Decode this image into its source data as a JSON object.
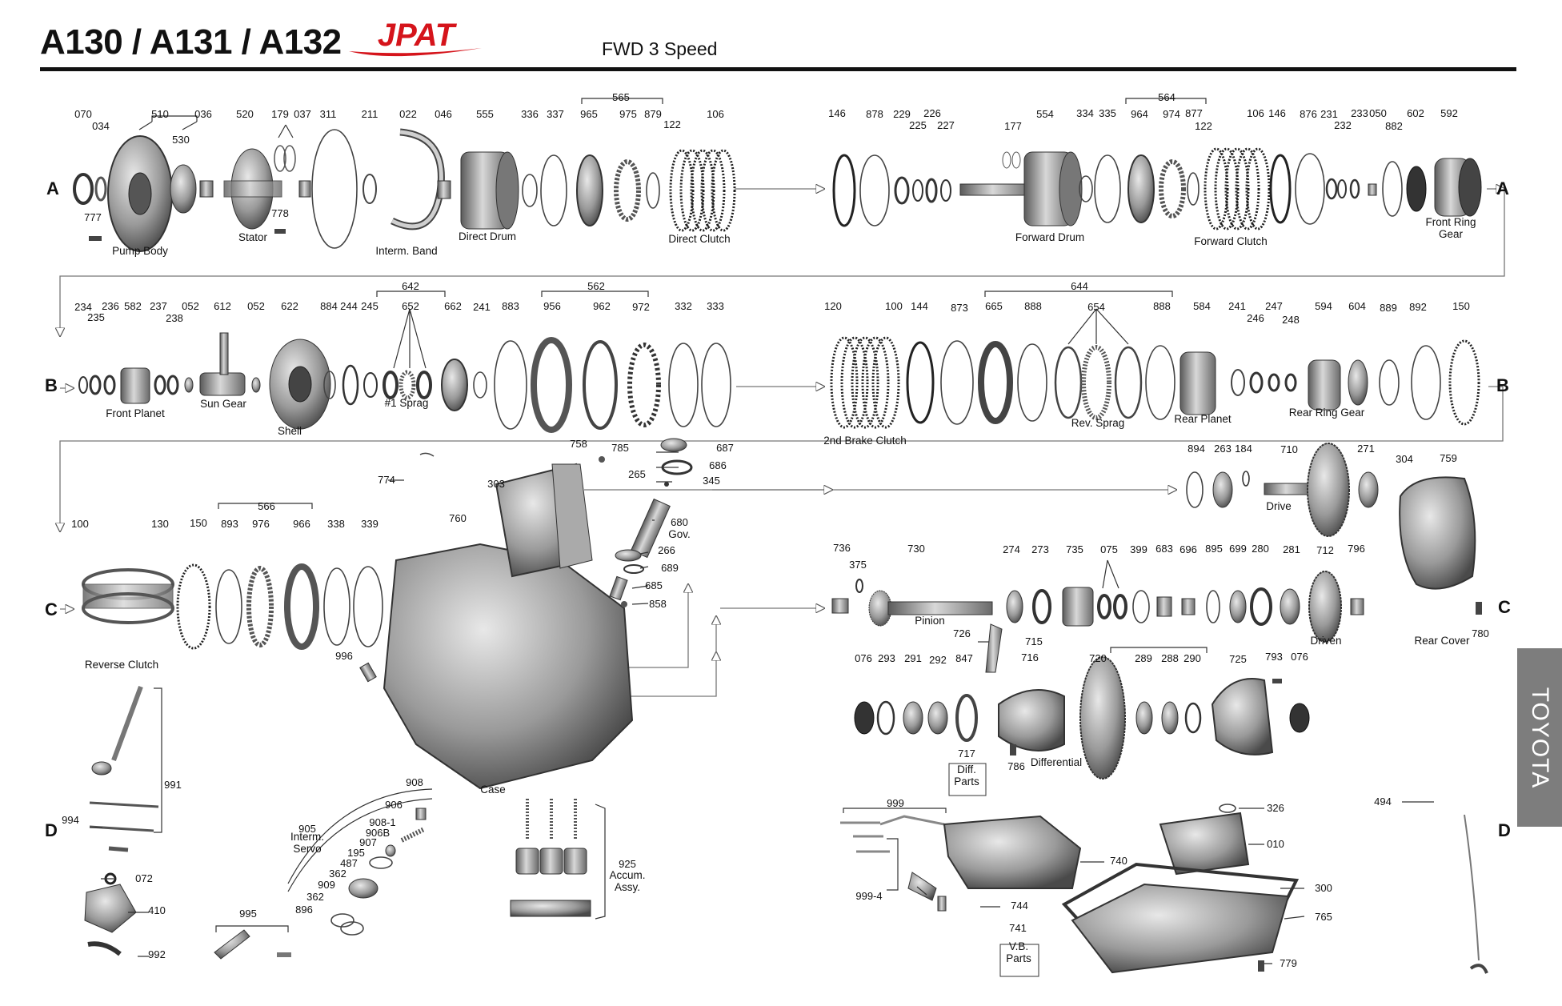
{
  "header": {
    "title": "A130 / A131 / A132",
    "brand": "JPAT",
    "subtitle": "FWD 3 Speed",
    "side_tab": "TOYOTA"
  },
  "rows": [
    "A",
    "B",
    "C",
    "D"
  ],
  "parts": [
    {
      "id": "p070",
      "num": "070"
    },
    {
      "id": "p034",
      "num": "034"
    },
    {
      "id": "p510",
      "num": "510"
    },
    {
      "id": "p530",
      "num": "530"
    },
    {
      "id": "p036",
      "num": "036"
    },
    {
      "id": "p520",
      "num": "520"
    },
    {
      "id": "p179",
      "num": "179"
    },
    {
      "id": "p037",
      "num": "037"
    },
    {
      "id": "p311",
      "num": "311"
    },
    {
      "id": "p211",
      "num": "211"
    },
    {
      "id": "p022",
      "num": "022"
    },
    {
      "id": "p046",
      "num": "046"
    },
    {
      "id": "p555",
      "num": "555"
    },
    {
      "id": "p336",
      "num": "336"
    },
    {
      "id": "p337",
      "num": "337"
    },
    {
      "id": "p565",
      "num": "565"
    },
    {
      "id": "p965",
      "num": "965"
    },
    {
      "id": "p975",
      "num": "975"
    },
    {
      "id": "p879",
      "num": "879"
    },
    {
      "id": "p122a",
      "num": "122"
    },
    {
      "id": "p106a",
      "num": "106"
    },
    {
      "id": "p777",
      "num": "777"
    },
    {
      "id": "p778",
      "num": "778"
    },
    {
      "id": "p146a",
      "num": "146"
    },
    {
      "id": "p878",
      "num": "878"
    },
    {
      "id": "p229",
      "num": "229"
    },
    {
      "id": "p226",
      "num": "226"
    },
    {
      "id": "p225",
      "num": "225"
    },
    {
      "id": "p227",
      "num": "227"
    },
    {
      "id": "p177",
      "num": "177"
    },
    {
      "id": "p554",
      "num": "554"
    },
    {
      "id": "p334",
      "num": "334"
    },
    {
      "id": "p335",
      "num": "335"
    },
    {
      "id": "p564",
      "num": "564"
    },
    {
      "id": "p964",
      "num": "964"
    },
    {
      "id": "p974",
      "num": "974"
    },
    {
      "id": "p877",
      "num": "877"
    },
    {
      "id": "p122b",
      "num": "122"
    },
    {
      "id": "p106b",
      "num": "106"
    },
    {
      "id": "p146b",
      "num": "146"
    },
    {
      "id": "p876",
      "num": "876"
    },
    {
      "id": "p231",
      "num": "231"
    },
    {
      "id": "p232",
      "num": "232"
    },
    {
      "id": "p233",
      "num": "233"
    },
    {
      "id": "p050",
      "num": "050"
    },
    {
      "id": "p882",
      "num": "882"
    },
    {
      "id": "p602",
      "num": "602"
    },
    {
      "id": "p592",
      "num": "592"
    },
    {
      "id": "p234",
      "num": "234"
    },
    {
      "id": "p235",
      "num": "235"
    },
    {
      "id": "p236",
      "num": "236"
    },
    {
      "id": "p582",
      "num": "582"
    },
    {
      "id": "p237",
      "num": "237"
    },
    {
      "id": "p238",
      "num": "238"
    },
    {
      "id": "p052a",
      "num": "052"
    },
    {
      "id": "p612",
      "num": "612"
    },
    {
      "id": "p052b",
      "num": "052"
    },
    {
      "id": "p622",
      "num": "622"
    },
    {
      "id": "p884",
      "num": "884"
    },
    {
      "id": "p244",
      "num": "244"
    },
    {
      "id": "p245",
      "num": "245"
    },
    {
      "id": "p642",
      "num": "642"
    },
    {
      "id": "p652",
      "num": "652"
    },
    {
      "id": "p662",
      "num": "662"
    },
    {
      "id": "p241a",
      "num": "241"
    },
    {
      "id": "p883",
      "num": "883"
    },
    {
      "id": "p562",
      "num": "562"
    },
    {
      "id": "p956",
      "num": "956"
    },
    {
      "id": "p962",
      "num": "962"
    },
    {
      "id": "p972",
      "num": "972"
    },
    {
      "id": "p332",
      "num": "332"
    },
    {
      "id": "p333",
      "num": "333"
    },
    {
      "id": "p120",
      "num": "120"
    },
    {
      "id": "p100a",
      "num": "100"
    },
    {
      "id": "p144",
      "num": "144"
    },
    {
      "id": "p873",
      "num": "873"
    },
    {
      "id": "p644",
      "num": "644"
    },
    {
      "id": "p665",
      "num": "665"
    },
    {
      "id": "p888a",
      "num": "888"
    },
    {
      "id": "p654",
      "num": "654"
    },
    {
      "id": "p888b",
      "num": "888"
    },
    {
      "id": "p584",
      "num": "584"
    },
    {
      "id": "p241b",
      "num": "241"
    },
    {
      "id": "p246",
      "num": "246"
    },
    {
      "id": "p247",
      "num": "247"
    },
    {
      "id": "p248",
      "num": "248"
    },
    {
      "id": "p594",
      "num": "594"
    },
    {
      "id": "p604",
      "num": "604"
    },
    {
      "id": "p889",
      "num": "889"
    },
    {
      "id": "p892",
      "num": "892"
    },
    {
      "id": "p150a",
      "num": "150"
    },
    {
      "id": "p100b",
      "num": "100"
    },
    {
      "id": "p130",
      "num": "130"
    },
    {
      "id": "p150b",
      "num": "150"
    },
    {
      "id": "p566",
      "num": "566"
    },
    {
      "id": "p893",
      "num": "893"
    },
    {
      "id": "p976",
      "num": "976"
    },
    {
      "id": "p966",
      "num": "966"
    },
    {
      "id": "p338",
      "num": "338"
    },
    {
      "id": "p339",
      "num": "339"
    },
    {
      "id": "p758",
      "num": "758"
    },
    {
      "id": "p785",
      "num": "785"
    },
    {
      "id": "p687",
      "num": "687"
    },
    {
      "id": "p686",
      "num": "686"
    },
    {
      "id": "p265",
      "num": "265"
    },
    {
      "id": "p345",
      "num": "345"
    },
    {
      "id": "p774",
      "num": "774"
    },
    {
      "id": "p303",
      "num": "303"
    },
    {
      "id": "p760",
      "num": "760"
    },
    {
      "id": "p680",
      "num": "680"
    },
    {
      "id": "p266",
      "num": "266"
    },
    {
      "id": "p689",
      "num": "689"
    },
    {
      "id": "p685",
      "num": "685"
    },
    {
      "id": "p858",
      "num": "858"
    },
    {
      "id": "p996",
      "num": "996"
    },
    {
      "id": "p894",
      "num": "894"
    },
    {
      "id": "p263",
      "num": "263"
    },
    {
      "id": "p184",
      "num": "184"
    },
    {
      "id": "p710",
      "num": "710"
    },
    {
      "id": "p271",
      "num": "271"
    },
    {
      "id": "p304",
      "num": "304"
    },
    {
      "id": "p759",
      "num": "759"
    },
    {
      "id": "p736",
      "num": "736"
    },
    {
      "id": "p375",
      "num": "375"
    },
    {
      "id": "p730",
      "num": "730"
    },
    {
      "id": "p274",
      "num": "274"
    },
    {
      "id": "p273",
      "num": "273"
    },
    {
      "id": "p735",
      "num": "735"
    },
    {
      "id": "p075",
      "num": "075"
    },
    {
      "id": "p399",
      "num": "399"
    },
    {
      "id": "p683",
      "num": "683"
    },
    {
      "id": "p696",
      "num": "696"
    },
    {
      "id": "p895",
      "num": "895"
    },
    {
      "id": "p699",
      "num": "699"
    },
    {
      "id": "p280",
      "num": "280"
    },
    {
      "id": "p281",
      "num": "281"
    },
    {
      "id": "p712",
      "num": "712"
    },
    {
      "id": "p796",
      "num": "796"
    },
    {
      "id": "p780",
      "num": "780"
    },
    {
      "id": "p726",
      "num": "726"
    },
    {
      "id": "p715",
      "num": "715"
    },
    {
      "id": "p076a",
      "num": "076"
    },
    {
      "id": "p293",
      "num": "293"
    },
    {
      "id": "p291",
      "num": "291"
    },
    {
      "id": "p292",
      "num": "292"
    },
    {
      "id": "p847",
      "num": "847"
    },
    {
      "id": "p716",
      "num": "716"
    },
    {
      "id": "p720",
      "num": "720"
    },
    {
      "id": "p289",
      "num": "289"
    },
    {
      "id": "p288",
      "num": "288"
    },
    {
      "id": "p290",
      "num": "290"
    },
    {
      "id": "p725",
      "num": "725"
    },
    {
      "id": "p793",
      "num": "793"
    },
    {
      "id": "p076b",
      "num": "076"
    },
    {
      "id": "p717",
      "num": "717"
    },
    {
      "id": "p786",
      "num": "786"
    },
    {
      "id": "p991",
      "num": "991"
    },
    {
      "id": "p994",
      "num": "994"
    },
    {
      "id": "p072",
      "num": "072"
    },
    {
      "id": "p410",
      "num": "410"
    },
    {
      "id": "p992",
      "num": "992"
    },
    {
      "id": "p995",
      "num": "995"
    },
    {
      "id": "p908",
      "num": "908"
    },
    {
      "id": "p906",
      "num": "906"
    },
    {
      "id": "p908_1",
      "num": "908-1"
    },
    {
      "id": "p906b",
      "num": "906B"
    },
    {
      "id": "p907",
      "num": "907"
    },
    {
      "id": "p905",
      "num": "905"
    },
    {
      "id": "p195",
      "num": "195"
    },
    {
      "id": "p487",
      "num": "487"
    },
    {
      "id": "p362a",
      "num": "362"
    },
    {
      "id": "p909",
      "num": "909"
    },
    {
      "id": "p362b",
      "num": "362"
    },
    {
      "id": "p896",
      "num": "896"
    },
    {
      "id": "p925",
      "num": "925"
    },
    {
      "id": "p999",
      "num": "999"
    },
    {
      "id": "p999_4",
      "num": "999-4"
    },
    {
      "id": "p740",
      "num": "740"
    },
    {
      "id": "p744",
      "num": "744"
    },
    {
      "id": "p741",
      "num": "741"
    },
    {
      "id": "p326",
      "num": "326"
    },
    {
      "id": "p010",
      "num": "010"
    },
    {
      "id": "p300",
      "num": "300"
    },
    {
      "id": "p765",
      "num": "765"
    },
    {
      "id": "p779",
      "num": "779"
    },
    {
      "id": "p494",
      "num": "494"
    }
  ],
  "labels": [
    {
      "id": "l_pump_body",
      "text": "Pump Body"
    },
    {
      "id": "l_stator",
      "text": "Stator"
    },
    {
      "id": "l_interm_band",
      "text": "Interm. Band"
    },
    {
      "id": "l_direct_drum",
      "text": "Direct Drum"
    },
    {
      "id": "l_direct_clutch",
      "text": "Direct Clutch"
    },
    {
      "id": "l_forward_drum",
      "text": "Forward Drum"
    },
    {
      "id": "l_forward_clutch",
      "text": "Forward Clutch"
    },
    {
      "id": "l_front_ring_gear",
      "text": "Front Ring Gear"
    },
    {
      "id": "l_front_planet",
      "text": "Front Planet"
    },
    {
      "id": "l_sun_gear",
      "text": "Sun Gear"
    },
    {
      "id": "l_shell",
      "text": "Shell"
    },
    {
      "id": "l_1_sprag",
      "text": "#1 Sprag"
    },
    {
      "id": "l_2nd_brake",
      "text": "2nd Brake Clutch"
    },
    {
      "id": "l_rev_sprag",
      "text": "Rev. Sprag"
    },
    {
      "id": "l_rear_planet",
      "text": "Rear Planet"
    },
    {
      "id": "l_rear_ring_gear",
      "text": "Rear Ring Gear"
    },
    {
      "id": "l_gov",
      "text": "Gov."
    },
    {
      "id": "l_drive",
      "text": "Drive"
    },
    {
      "id": "l_pinion",
      "text": "Pinion"
    },
    {
      "id": "l_driven",
      "text": "Driven"
    },
    {
      "id": "l_rear_cover",
      "text": "Rear Cover"
    },
    {
      "id": "l_differential",
      "text": "Differential"
    },
    {
      "id": "l_diff_parts",
      "text": "Diff. Parts"
    },
    {
      "id": "l_reverse_clutch",
      "text": "Reverse Clutch"
    },
    {
      "id": "l_interm_servo",
      "text": "Interm. Servo"
    },
    {
      "id": "l_case",
      "text": "Case"
    },
    {
      "id": "l_accum",
      "text": "Accum. Assy."
    },
    {
      "id": "l_vb_parts",
      "text": "V.B. Parts"
    }
  ],
  "colors": {
    "brand_red": "#d5141b",
    "ink": "#111111",
    "metal": "#8a8a8a",
    "tab_gray": "#7d7d7d"
  }
}
